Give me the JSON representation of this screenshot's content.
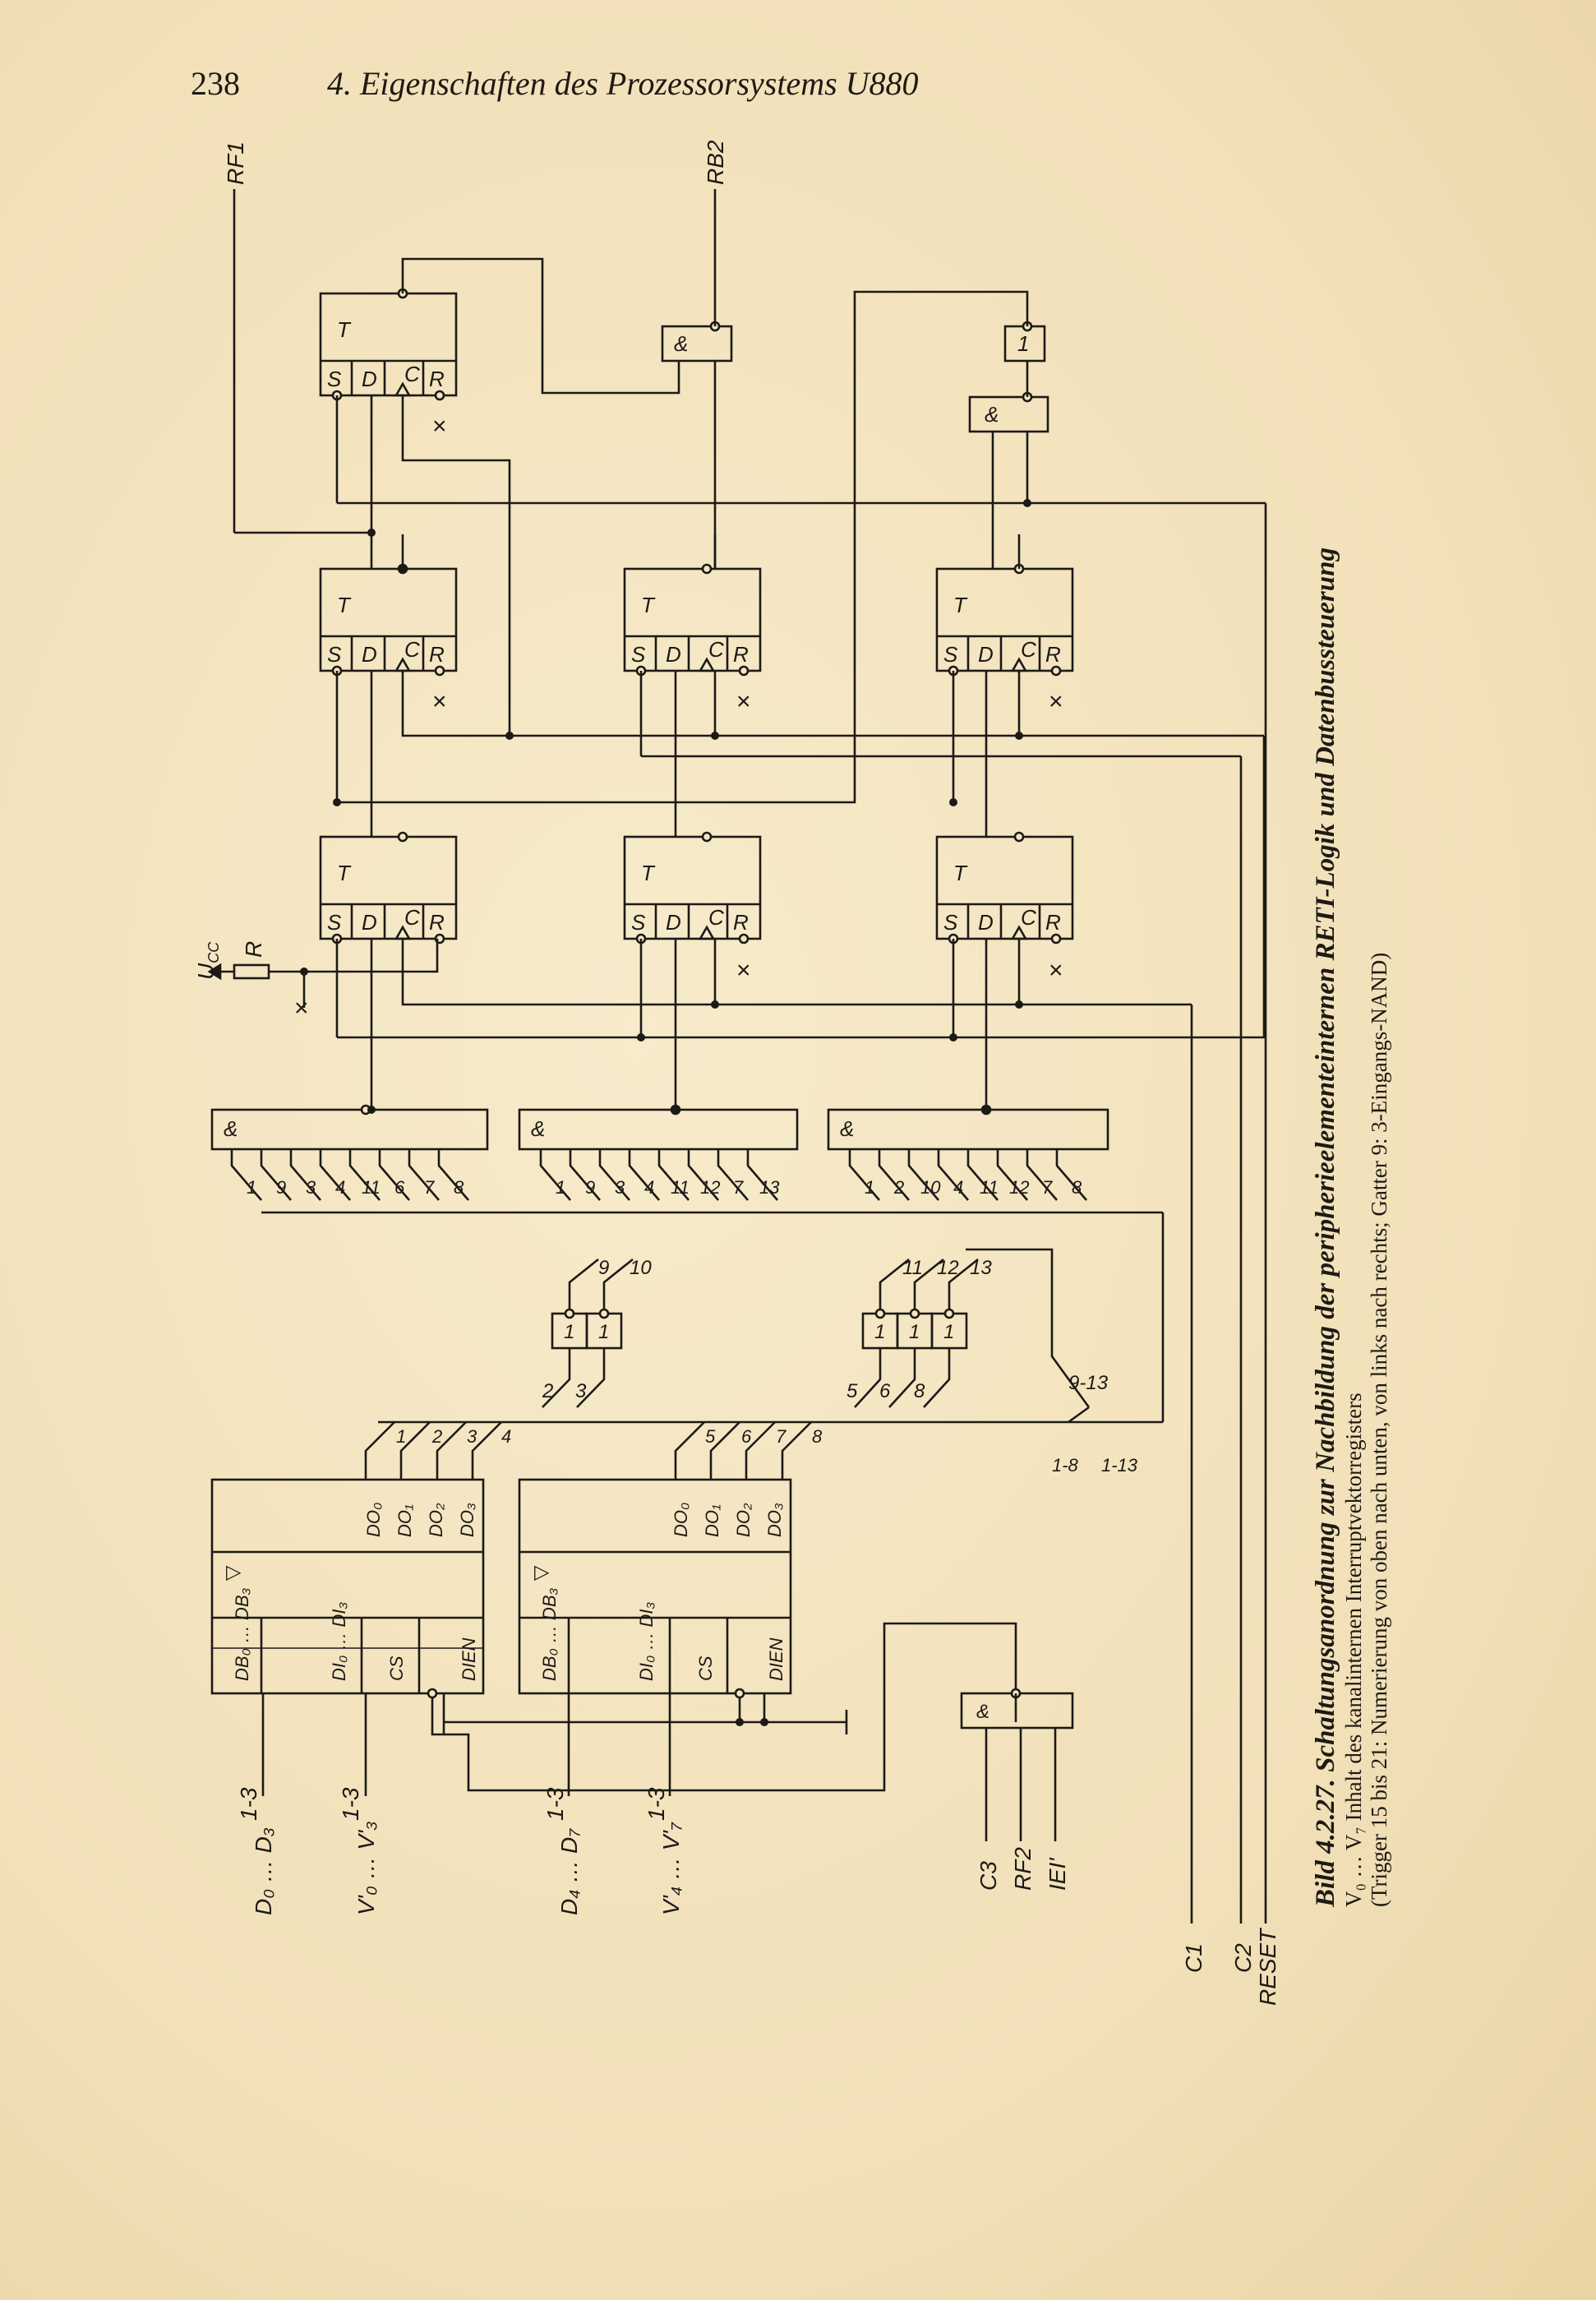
{
  "header": {
    "page_number": "238",
    "running_title": "4. Eigenschaften des Prozessorsystems U880"
  },
  "caption": {
    "title": "Bild 4.2.27. Schaltungsanordnung zur Nachbildung der peripherieelementeinternen RETI-Logik und Datenbussteuerung",
    "line1": "V₀ … V₇  Inhalt des kanalinternen Interruptvektorregisters",
    "line2": "(Trigger 15 bis 21: Numerierung von oben nach unten, von links nach rechts; Gatter 9: 3-Eingangs-NAND)"
  },
  "signals": {
    "rf1": "RF1",
    "rb2": "RB2",
    "c1": "C1",
    "c2": "C2",
    "reset": "RESET",
    "c3": "C3",
    "rf2": "RF2",
    "iei": "IEI'",
    "ucc": "U",
    "ucc_sub": "CC",
    "resistor": "R",
    "d0d3": "D₀ … D₃",
    "v0v3": "V'₀ … V'₃",
    "d4d7": "D₄ … D₇",
    "v4v7": "V'₄ … V'₇",
    "bus13": "1-3",
    "bus18": "1-8",
    "bus113": "1-13",
    "bus913": "9-13"
  },
  "symbols": {
    "trigger": "T",
    "s": "S",
    "d": "D",
    "c": "C",
    "r": "R",
    "and": "&",
    "inv": "1",
    "no_connect": "×",
    "buffer_triangle": "▷"
  },
  "register": {
    "db": "DB₀ … DB₃",
    "di": "DI₀ … DI₃",
    "cs": "CS",
    "dien": "DIEN",
    "do0": "DO₀",
    "do1": "DO₁",
    "do2": "DO₂",
    "do3": "DO₃"
  },
  "line_numbers": {
    "reg1_out": [
      "1",
      "2",
      "3",
      "4"
    ],
    "reg2_out": [
      "5",
      "6",
      "7",
      "8"
    ],
    "inv1_in": [
      "2",
      "3"
    ],
    "inv1_out": [
      "9",
      "10"
    ],
    "inv2_in": [
      "5",
      "6",
      "8"
    ],
    "inv2_out": [
      "11",
      "12",
      "13"
    ],
    "and1_in": [
      "1",
      "9",
      "3",
      "4",
      "11",
      "6",
      "7",
      "8"
    ],
    "and2_in": [
      "1",
      "9",
      "3",
      "4",
      "11",
      "12",
      "7",
      "13"
    ],
    "and3_in": [
      "1",
      "2",
      "10",
      "4",
      "11",
      "12",
      "7",
      "8"
    ]
  }
}
